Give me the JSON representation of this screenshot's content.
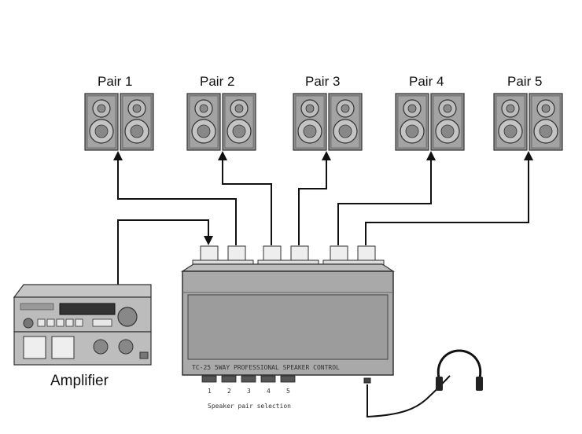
{
  "speaker_pairs": [
    {
      "label": "Pair 1"
    },
    {
      "label": "Pair 2"
    },
    {
      "label": "Pair 3"
    },
    {
      "label": "Pair 4"
    },
    {
      "label": "Pair 5"
    }
  ],
  "amplifier": {
    "label": "Amplifier"
  },
  "controller": {
    "model_text": "TC-25  5WAY PROFESSIONAL SPEAKER CONTROL",
    "selector_numbers": [
      "1",
      "2",
      "3",
      "4",
      "5"
    ],
    "selector_caption": "Speaker pair selection"
  }
}
